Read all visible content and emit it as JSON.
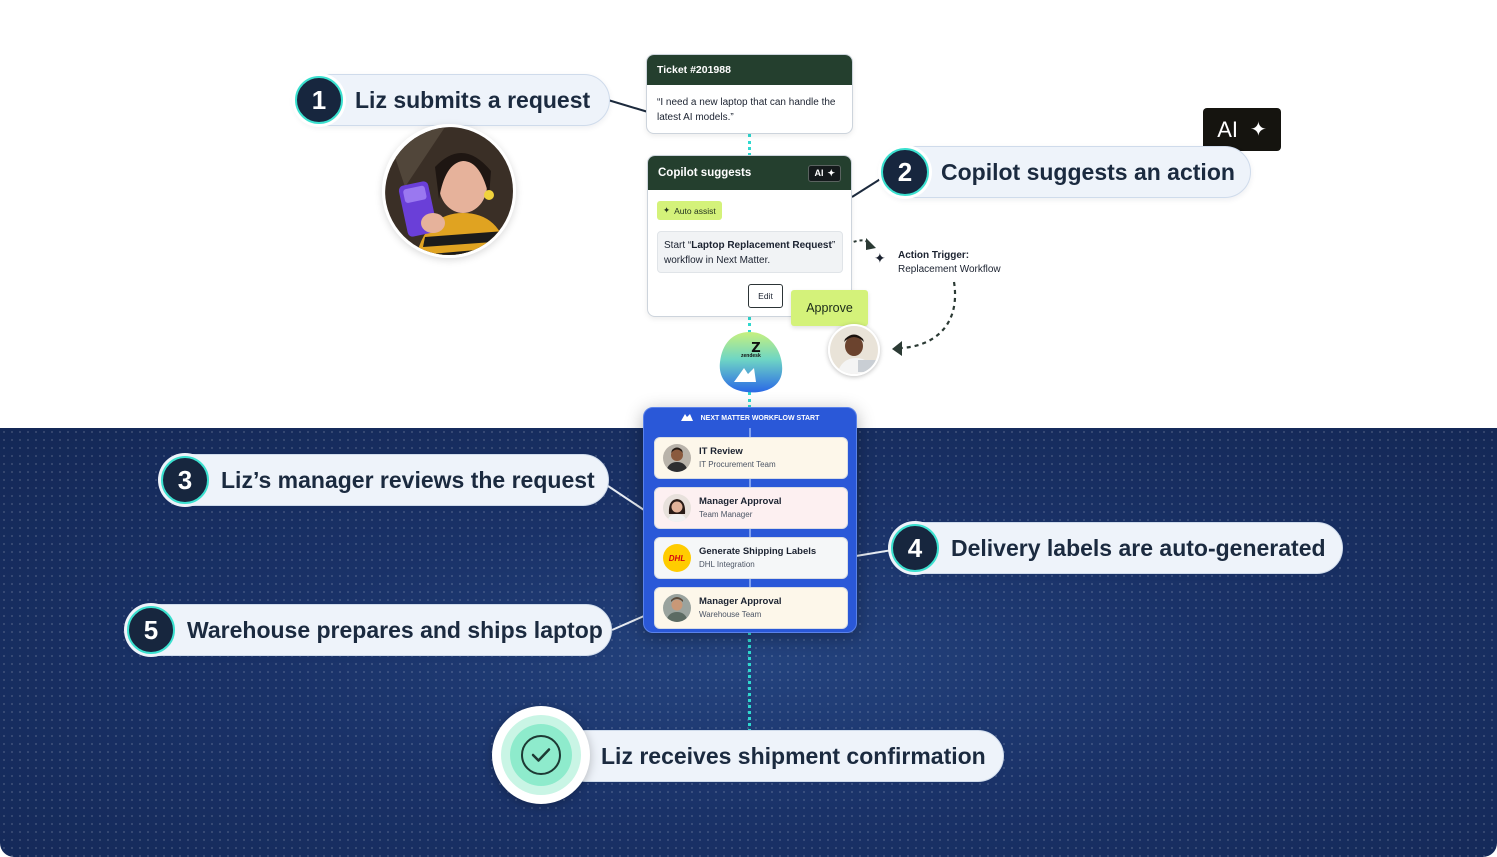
{
  "steps": {
    "s1": {
      "num": "1",
      "text": "Liz submits a request"
    },
    "s2": {
      "num": "2",
      "text": "Copilot suggests an action"
    },
    "s3": {
      "num": "3",
      "text": "Liz’s manager reviews the request"
    },
    "s4": {
      "num": "4",
      "text": "Delivery labels are auto-generated"
    },
    "s5": {
      "num": "5",
      "text": "Warehouse prepares and ships laptop"
    },
    "final": "Liz receives shipment confirmation"
  },
  "ticket": {
    "title": "Ticket #201988",
    "body": "“I need a new laptop that can handle the latest AI models.”"
  },
  "copilot": {
    "title": "Copilot suggests",
    "ai_badge": "AI",
    "auto_assist": "Auto assist",
    "suggestion_prefix": "Start “",
    "suggestion_bold": "Laptop Replacement Request",
    "suggestion_suffix": "” workflow in Next Matter.",
    "edit": "Edit",
    "approve": "Approve"
  },
  "ai_tag": "AI",
  "action_trigger": {
    "label": "Action Trigger:",
    "value": "Replacement Workflow"
  },
  "zendesk_label": "zendesk",
  "workflow": {
    "header": "NEXT MATTER WORKFLOW START",
    "items": [
      {
        "title": "IT Review",
        "subtitle": "IT Procurement Team",
        "bg": "#fdf7ea"
      },
      {
        "title": "Manager Approval",
        "subtitle": "Team Manager",
        "bg": "#fdf0f1"
      },
      {
        "title": "Generate Shipping Labels",
        "subtitle": "DHL Integration",
        "bg": "#f5f7f8"
      },
      {
        "title": "Manager Approval",
        "subtitle": "Warehouse Team",
        "bg": "#fdf7ea"
      }
    ],
    "dhl_logo": "DHL"
  },
  "colors": {
    "accent_teal": "#3be0cf",
    "dark_green": "#243f2e",
    "lime": "#d4f27a",
    "navy": "#17263e"
  }
}
